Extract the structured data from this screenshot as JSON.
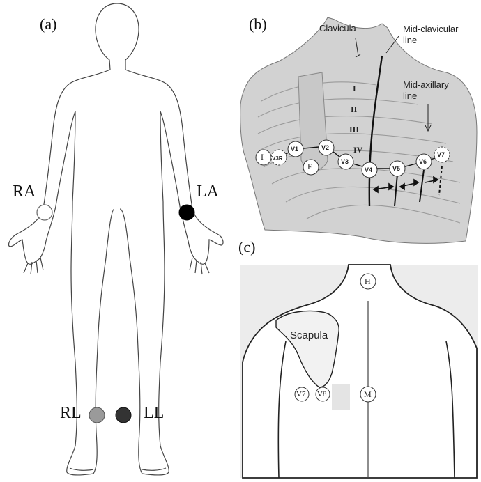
{
  "panels": {
    "a": {
      "label": "(a)"
    },
    "b": {
      "label": "(b)"
    },
    "c": {
      "label": "(c)"
    }
  },
  "limb_electrodes": {
    "ra": {
      "label": "RA",
      "color": "#ffffff"
    },
    "la": {
      "label": "LA",
      "color": "#000000"
    },
    "rl": {
      "label": "RL",
      "color": "#9a9a9a"
    },
    "ll": {
      "label": "LL",
      "color": "#333333"
    }
  },
  "chest": {
    "clavicula": "Clavicula",
    "mid_clavicular_1": "Mid-clavicular",
    "mid_clavicular_2": "line",
    "mid_axillary_1": "Mid-axillary",
    "mid_axillary_2": "line",
    "ribs": [
      "I",
      "II",
      "III",
      "IV"
    ],
    "electrodes": {
      "i": "I",
      "v3r": "V3R",
      "v1": "V1",
      "v2": "V2",
      "v3": "V3",
      "e": "E",
      "v4": "V4",
      "v5": "V5",
      "v6": "V6",
      "v7": "V7"
    },
    "bg_color": "#d2d2d2"
  },
  "back": {
    "scapula": "Scapula",
    "electrodes": {
      "h": "H",
      "m": "M",
      "v7": "V7",
      "v8": "V8"
    },
    "bg_color": "#ececec"
  }
}
